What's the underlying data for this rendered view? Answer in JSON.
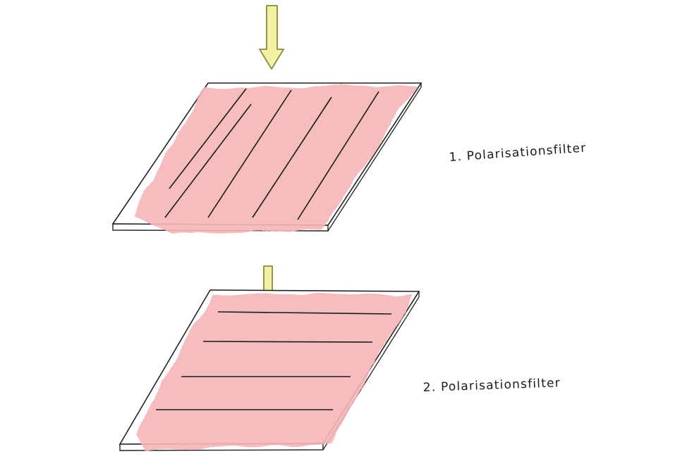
{
  "filters": [
    {
      "label": "1. Polarisationsfilter",
      "line_orientation": "diagonal"
    },
    {
      "label": "2. Polarisationsfilter",
      "line_orientation": "horizontal"
    }
  ],
  "colors": {
    "filter_fill": "#f6b5b7",
    "outline": "#222222",
    "arrow_fill": "#f3f2a4",
    "arrow_stroke": "#8a8a3a"
  }
}
